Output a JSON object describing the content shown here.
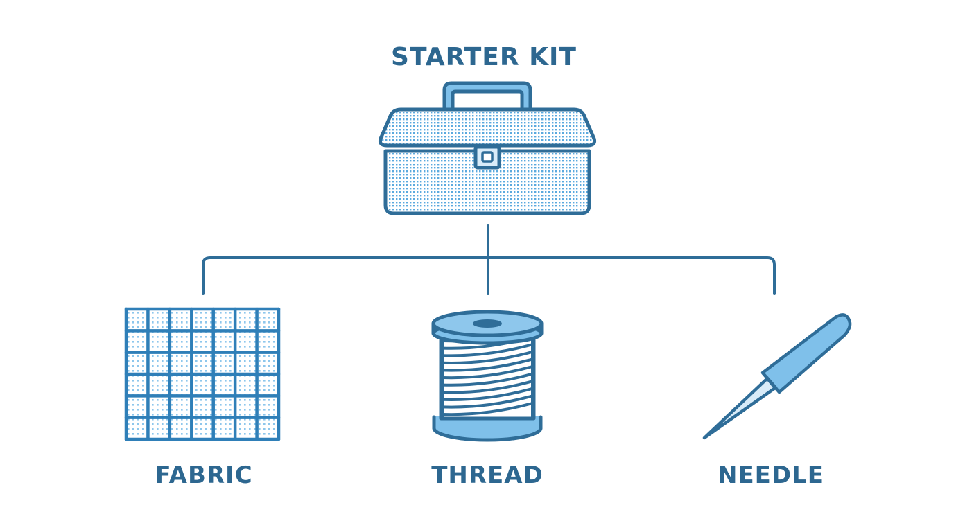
{
  "root": {
    "label": "STARTER KIT",
    "icon": "toolbox-icon"
  },
  "children": [
    {
      "label": "FABRIC",
      "icon": "fabric-grid-icon"
    },
    {
      "label": "THREAD",
      "icon": "thread-spool-icon"
    },
    {
      "label": "NEEDLE",
      "icon": "needle-icon"
    }
  ],
  "colors": {
    "stroke": "#2f6d98",
    "label": "#2d6790",
    "fill_light": "#d9ecf9",
    "fill_mid": "#7fc0ea",
    "dots": "#5aa9de"
  }
}
